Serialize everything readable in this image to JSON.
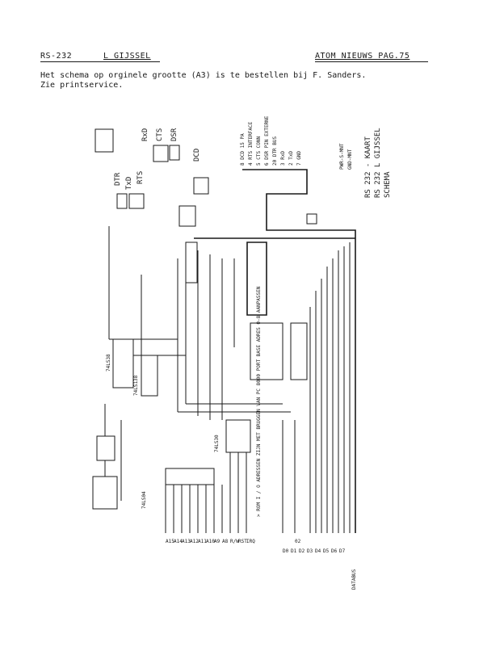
{
  "header": {
    "left": "RS-232",
    "author": "L GIJSSEL",
    "right": "ATOM NIEUWS PAG.75"
  },
  "intro": {
    "line1": "Het schema op orginele grootte (A3) is te bestellen bij F. Sanders.",
    "line2": "Zie printservice."
  },
  "schematic": {
    "signals_top": [
      "RxD",
      "CTS",
      "DSR",
      "DCD"
    ],
    "signals_left": [
      "DTR",
      "TxD",
      "RTS"
    ],
    "connector_pins": [
      "8 DCD  15 PA",
      "4 RTS  INTERFACE",
      "5 CTS  CONN",
      "6 DSR  PIN EXTERNE",
      "20 DTR  BUS",
      "3 RxD",
      "2 TxD",
      "7 GND"
    ],
    "right_labels": [
      "PWR-S-MNT",
      "GND-MNT",
      "RS 232 - KAART",
      "RS 232 L GIJSSEL",
      "SCHEMA"
    ],
    "chips": [
      "74LS38",
      "74LS138",
      "74LS30",
      "74LS04"
    ],
    "bottom_note": "> ROM I / O ADRESSEN ZIJN MET BRUGGEN VAN PC 8000 PORT BASE ADRES 0-8 AANPASSEN",
    "addr_labels": [
      "A15",
      "A14",
      "A13",
      "A12",
      "A11",
      "A10",
      "A9",
      "A8"
    ],
    "bus_labels": [
      "D0",
      "D1",
      "D2",
      "D3",
      "D4",
      "D5",
      "D6",
      "D7",
      "R/W",
      "RST",
      "IRQ",
      "02"
    ],
    "corner_label": "DATABUS"
  }
}
